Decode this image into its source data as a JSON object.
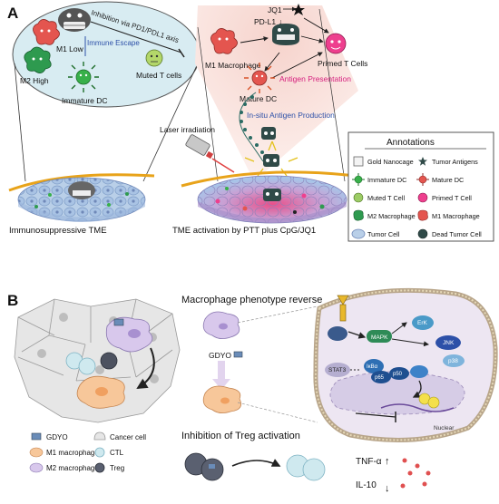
{
  "panel_a": {
    "letter": "A",
    "inhibition_label": "Inhibition via PD1/PDL1 axis",
    "immune_escape": "Immune Escape",
    "m1_low": "M1 Low",
    "m2_high": "M2 High",
    "immature_dc": "Immature DC",
    "muted_t": "Muted T cells",
    "caption_left": "Immunosuppressive TME",
    "jq1": "JQ1",
    "pdl1": "PD-L1",
    "m1_macrophage": "M1 Macrophage",
    "primed_t": "Primed T Cells",
    "mature_dc": "Mature DC",
    "antigen_presentation": "Antigen Presentation",
    "in_situ": "In-situ Antigen Production",
    "laser": "Laser irradiation",
    "caption_right": "TME activation by PTT plus CpG/JQ1",
    "colors": {
      "accent_pink": "#d6217f",
      "accent_blue": "#2d50a8",
      "bubble": "#d8ecf2"
    }
  },
  "annotations": {
    "title": "Annotations",
    "items": [
      {
        "label": "Gold Nanocage",
        "icon": "nanocage-icon"
      },
      {
        "label": "Tumor Antigens",
        "icon": "antigen-icon"
      },
      {
        "label": "Immature DC",
        "icon": "immature-dc-icon"
      },
      {
        "label": "Mature DC",
        "icon": "mature-dc-icon"
      },
      {
        "label": "Muted T Cell",
        "icon": "muted-t-icon"
      },
      {
        "label": "Primed T Cell",
        "icon": "primed-t-icon"
      },
      {
        "label": "M2 Macrophage",
        "icon": "m2-icon"
      },
      {
        "label": "M1 Macrophage",
        "icon": "m1-icon"
      },
      {
        "label": "Tumor Cell",
        "icon": "tumor-cell-icon"
      },
      {
        "label": "Dead Tumor Cell",
        "icon": "dead-tumor-icon"
      }
    ]
  },
  "panel_b": {
    "letter": "B",
    "macrophage_title": "Macrophage phenotype reverse",
    "gdyo": "GDYO",
    "erk": "ErK",
    "jnk": "JNK",
    "mapk": "MAPK",
    "p38": "p38",
    "stat3": "STAT3",
    "ikb": "IκBα",
    "p65": "p65",
    "p50": "p50",
    "nuclear": "Nuclear",
    "treg_title": "Inhibition of Treg activation",
    "tnf": "TNF-α",
    "il10": "IL-10",
    "legend": [
      {
        "label": "GDYO",
        "icon": "gdyo-icon"
      },
      {
        "label": "Cancer cell",
        "icon": "cancer-cell-icon"
      },
      {
        "label": "M1 macrophage",
        "icon": "m1-macrophage-icon"
      },
      {
        "label": "CTL",
        "icon": "ctl-icon"
      },
      {
        "label": "M2 macrophage",
        "icon": "m2-macrophage-icon"
      },
      {
        "label": "Treg",
        "icon": "treg-icon"
      }
    ]
  }
}
